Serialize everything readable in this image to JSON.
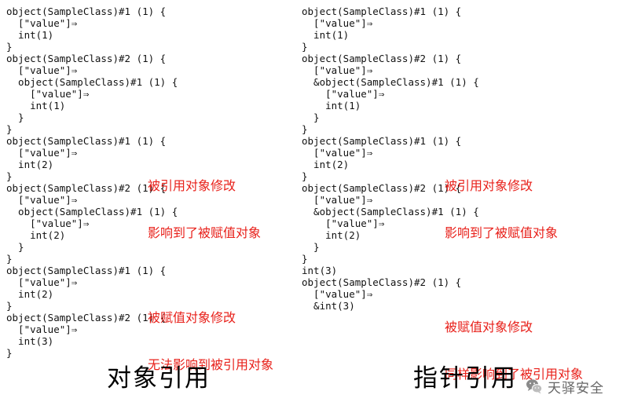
{
  "left_column": {
    "lines": [
      "object(SampleClass)#1 (1) {",
      "  [\"value\"]⇒",
      "  int(1)",
      "}",
      "object(SampleClass)#2 (1) {",
      "  [\"value\"]⇒",
      "  object(SampleClass)#1 (1) {",
      "    [\"value\"]⇒",
      "    int(1)",
      "  }",
      "}",
      "object(SampleClass)#1 (1) {",
      "  [\"value\"]⇒",
      "  int(2)",
      "}",
      "object(SampleClass)#2 (1) {",
      "  [\"value\"]⇒",
      "  object(SampleClass)#1 (1) {",
      "    [\"value\"]⇒",
      "    int(2)",
      "  }",
      "}",
      "object(SampleClass)#1 (1) {",
      "  [\"value\"]⇒",
      "  int(2)",
      "}",
      "object(SampleClass)#2 (1) {",
      "  [\"value\"]⇒",
      "  int(3)",
      "}"
    ],
    "notes": [
      [
        "被引用对象修改",
        "影响到了被赋值对象"
      ],
      [
        "被赋值对象修改",
        "无法影响到被引用对象"
      ]
    ],
    "caption": "对象引用"
  },
  "right_column": {
    "lines": [
      "object(SampleClass)#1 (1) {",
      "  [\"value\"]⇒",
      "  int(1)",
      "}",
      "object(SampleClass)#2 (1) {",
      "  [\"value\"]⇒",
      "  &object(SampleClass)#1 (1) {",
      "    [\"value\"]⇒",
      "    int(1)",
      "  }",
      "}",
      "object(SampleClass)#1 (1) {",
      "  [\"value\"]⇒",
      "  int(2)",
      "}",
      "object(SampleClass)#2 (1) {",
      "  [\"value\"]⇒",
      "  &object(SampleClass)#1 (1) {",
      "    [\"value\"]⇒",
      "    int(2)",
      "  }",
      "}",
      "int(3)",
      "object(SampleClass)#2 (1) {",
      "  [\"value\"]⇒",
      "  &int(3)",
      "}"
    ],
    "notes": [
      [
        "被引用对象修改",
        "影响到了被赋值对象"
      ],
      [
        "被赋值对象修改",
        "同样影响到了被引用对象"
      ]
    ],
    "caption": "指针引用"
  },
  "watermark": {
    "text": "天驿安全",
    "icon": "wechat-logo-icon"
  },
  "colors": {
    "code": "#111111",
    "note": "#e8201a",
    "caption": "#000000",
    "watermark": "#666666"
  }
}
